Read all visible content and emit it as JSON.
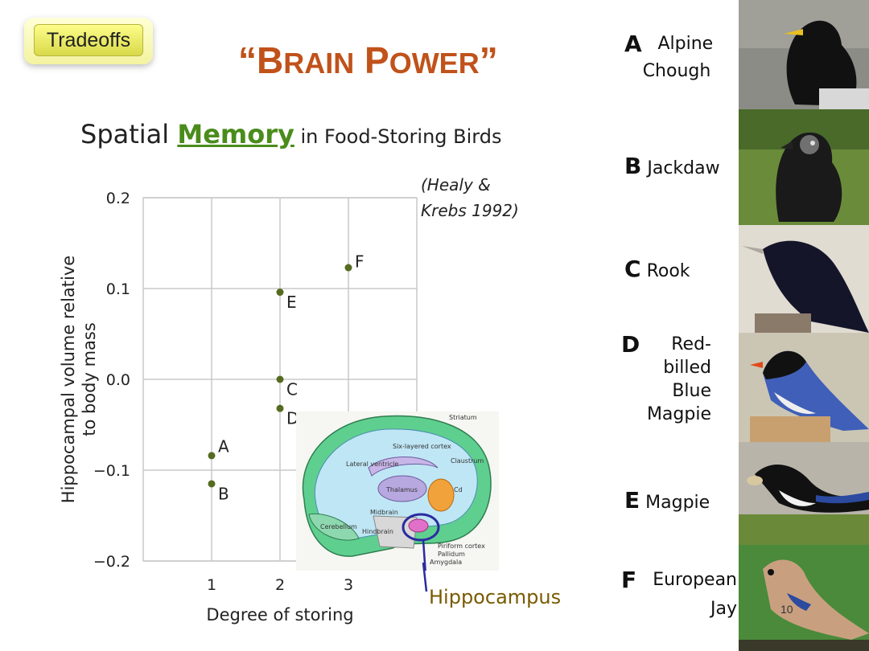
{
  "header": {
    "tag": "Tradeoffs",
    "title_open": "“B",
    "title_small1": "RAIN",
    "title_mid": " P",
    "title_small2": "OWER",
    "title_close": "”"
  },
  "subtitle": {
    "part1": "Spatial ",
    "part2": "Memory",
    "part3": " in Food-Storing Birds"
  },
  "citation": "(Healy &\nKrebs 1992)",
  "chart_data": {
    "type": "scatter",
    "xlabel": "Degree of storing",
    "ylabel": "Hippocampal volume relative to body mass",
    "ylabel_lines": [
      "Hippocampal volume relative",
      "to body mass"
    ],
    "xlim": [
      0,
      4
    ],
    "ylim": [
      -0.2,
      0.2
    ],
    "xticks": [
      1,
      2,
      3
    ],
    "xtick_labels": [
      "1",
      "2",
      "3"
    ],
    "yticks": [
      0.2,
      0.1,
      0.0,
      -0.1,
      -0.2
    ],
    "ytick_labels": [
      "0.2",
      "0.1",
      "0.0",
      "−0.1",
      "−0.2"
    ],
    "grid": true,
    "point_color": "#556b1f",
    "points": [
      {
        "label": "A",
        "x": 1,
        "y": -0.084
      },
      {
        "label": "B",
        "x": 1,
        "y": -0.115
      },
      {
        "label": "C",
        "x": 2,
        "y": 0.0
      },
      {
        "label": "D",
        "x": 2,
        "y": -0.032
      },
      {
        "label": "E",
        "x": 2,
        "y": 0.096
      },
      {
        "label": "F",
        "x": 3,
        "y": 0.123
      }
    ]
  },
  "brain": {
    "label": "Hippocampus",
    "regions": [
      "Striatum",
      "Six-layered cortex",
      "Claustrum",
      "Lateral ventricle",
      "Thalamus",
      "Cd",
      "Midbrain",
      "Cerebellum",
      "Hindbrain",
      "Piriform cortex",
      "Pallidum",
      "Amygdala"
    ]
  },
  "birds": [
    {
      "letter": "A",
      "name": "Alpine\nChough"
    },
    {
      "letter": "B",
      "name": "Jackdaw"
    },
    {
      "letter": "C",
      "name": "Rook"
    },
    {
      "letter": "D",
      "name": "Red-\nbilled\nBlue\nMagpie"
    },
    {
      "letter": "E",
      "name": "Magpie"
    },
    {
      "letter": "F",
      "name": "European\nJay"
    }
  ],
  "page_number": "10",
  "colors": {
    "title": "#c0521a",
    "memory": "#4a8c1c",
    "hippocampus_label": "#7a5a00",
    "hippocampus_ring": "#2b2ba0"
  }
}
